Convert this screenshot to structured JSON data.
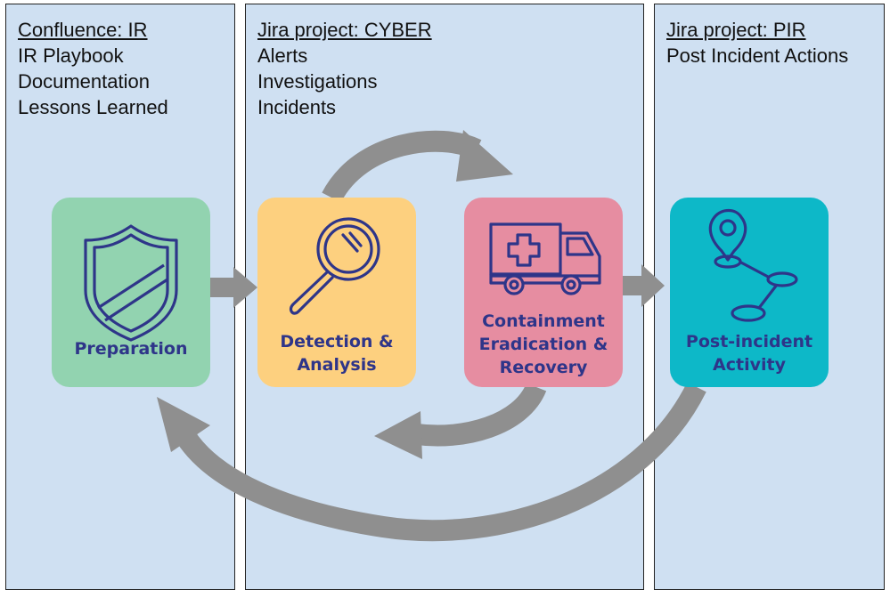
{
  "panels": [
    {
      "header": "Confluence: IR",
      "items": [
        "IR Playbook",
        "Documentation",
        "Lessons Learned"
      ]
    },
    {
      "header": "Jira project: CYBER",
      "items": [
        "Alerts",
        "Investigations",
        "Incidents"
      ]
    },
    {
      "header": "Jira project: PIR",
      "items": [
        "Post Incident Actions"
      ]
    }
  ],
  "stages": {
    "preparation": {
      "line1": "Preparation"
    },
    "detection": {
      "line1": "Detection &",
      "line2": "Analysis"
    },
    "containment": {
      "line1": "Containment",
      "line2": "Eradication &",
      "line3": "Recovery"
    },
    "post_incident": {
      "line1": "Post-incident",
      "line2": "Activity"
    }
  },
  "colors": {
    "panel_bg": "#cfe0f2",
    "preparation": "#92d3b0",
    "detection": "#fdd07f",
    "containment": "#e68da1",
    "post_incident": "#0db8c8",
    "icon_stroke": "#2e3589",
    "arrow": "#8f8f8f"
  },
  "icons": {
    "preparation": "shield-icon",
    "detection": "magnifier-icon",
    "containment": "ambulance-icon",
    "post_incident": "route-map-pin-icon"
  }
}
